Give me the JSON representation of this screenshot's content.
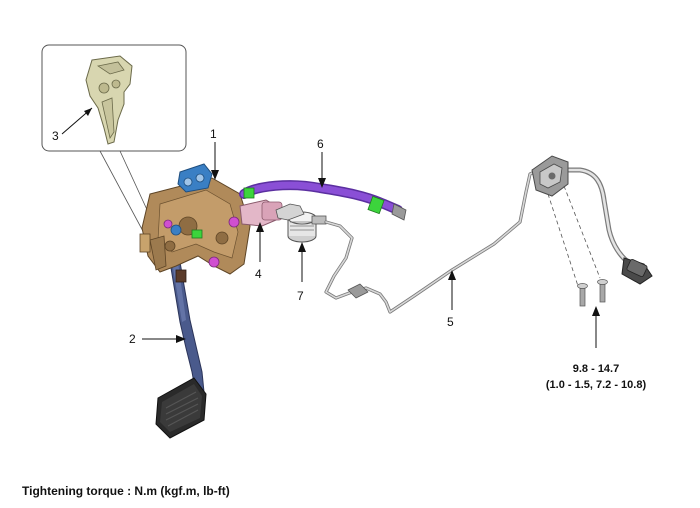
{
  "callouts": {
    "c1": "1",
    "c2": "2",
    "c3": "3",
    "c4": "4",
    "c5": "5",
    "c6": "6",
    "c7": "7"
  },
  "torque": {
    "line1": "9.8 - 14.7",
    "line2": "(1.0 - 1.5, 7.2 - 10.8)"
  },
  "caption": "Tightening torque : N.m (kgf.m, lb-ft)",
  "colors": {
    "pedal_arm": "#4a5a8c",
    "bracket": "#b08a5a",
    "reservoir_hose": "#8a4fd6",
    "clips": "#3cd43c",
    "blue_parts": "#3a7fc4",
    "magenta_parts": "#d04fd0",
    "pipe": "#bfbfbf",
    "inset_part": "#d8d6b0"
  }
}
